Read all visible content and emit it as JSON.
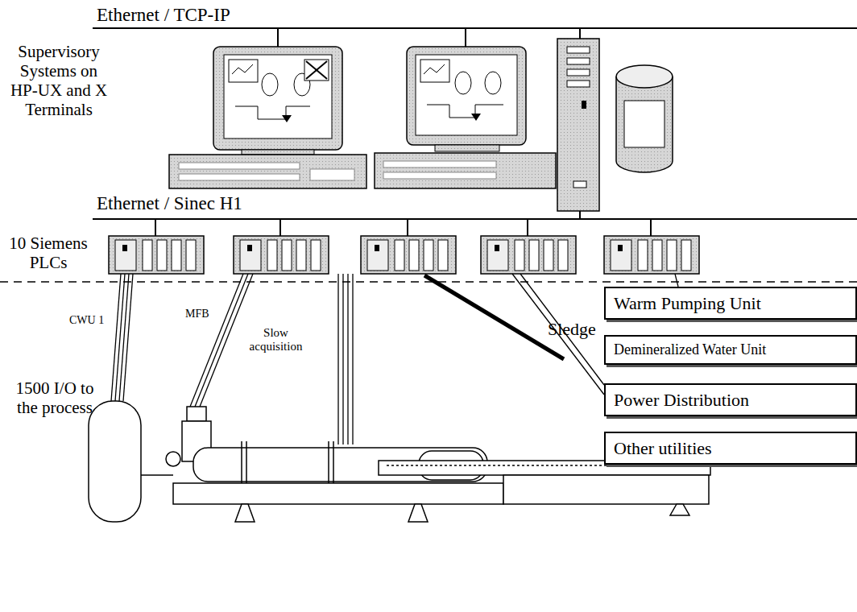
{
  "diagram": {
    "nodes": [
      {
        "text": [
          "Warm Pumping Unit"
        ]
      },
      {
        "text": [
          "Demineralized Water Unit"
        ]
      },
      {
        "text": [
          "Power Distribution"
        ]
      },
      {
        "text": [
          "Other utilities"
        ]
      }
    ],
    "labels": [
      "Ethernet / TCP-IP",
      "Supervisory Systems on HP-UX and X Terminals",
      "Ethernet / Sinec H1",
      "10 Siemens PLCs",
      "CWU 1",
      "MFB",
      "Slow acquisition",
      "Sledge",
      "1500 I/O to the process"
    ]
  }
}
